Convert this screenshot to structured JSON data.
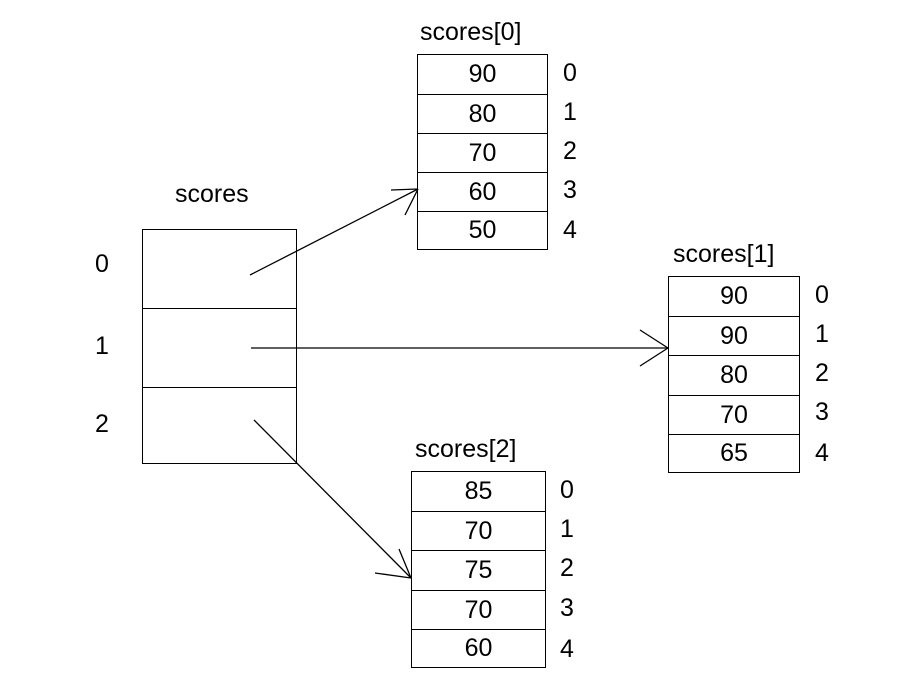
{
  "diagram": {
    "title_pointer_array": "scores",
    "pointer_indices": [
      "0",
      "1",
      "2"
    ],
    "arrays": [
      {
        "title": "scores[0]",
        "values": [
          "90",
          "80",
          "70",
          "60",
          "50"
        ],
        "indices": [
          "0",
          "1",
          "2",
          "3",
          "4"
        ]
      },
      {
        "title": "scores[1]",
        "values": [
          "90",
          "90",
          "80",
          "70",
          "65"
        ],
        "indices": [
          "0",
          "1",
          "2",
          "3",
          "4"
        ]
      },
      {
        "title": "scores[2]",
        "values": [
          "85",
          "70",
          "75",
          "70",
          "60"
        ],
        "indices": [
          "0",
          "1",
          "2",
          "3",
          "4"
        ]
      }
    ],
    "colors": {
      "stroke": "#000000",
      "background": "#ffffff",
      "text": "#000000"
    }
  }
}
